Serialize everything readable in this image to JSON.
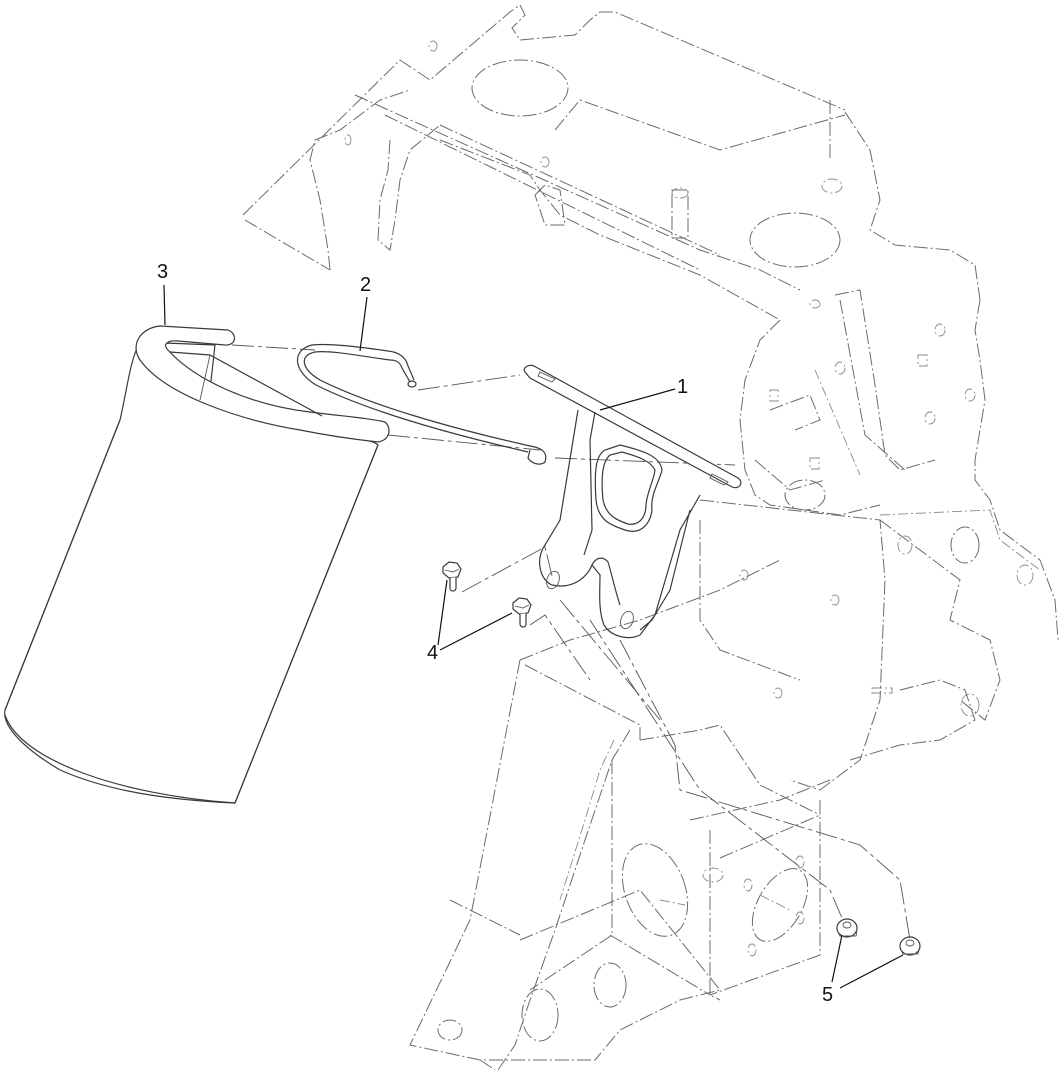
{
  "diagram": {
    "type": "exploded-parts-view",
    "background": "#ffffff",
    "line_color": "#3a3a3a",
    "frame_line_color": "#6b6b6b",
    "callouts": [
      {
        "id": "1",
        "label": "1",
        "part": "mounting-bracket"
      },
      {
        "id": "2",
        "label": "2",
        "part": "retaining-wire-clip"
      },
      {
        "id": "3",
        "label": "3",
        "part": "canister-cylinder"
      },
      {
        "id": "4",
        "label": "4",
        "part": "flange-bolt"
      },
      {
        "id": "5",
        "label": "5",
        "part": "flange-nut"
      }
    ]
  }
}
